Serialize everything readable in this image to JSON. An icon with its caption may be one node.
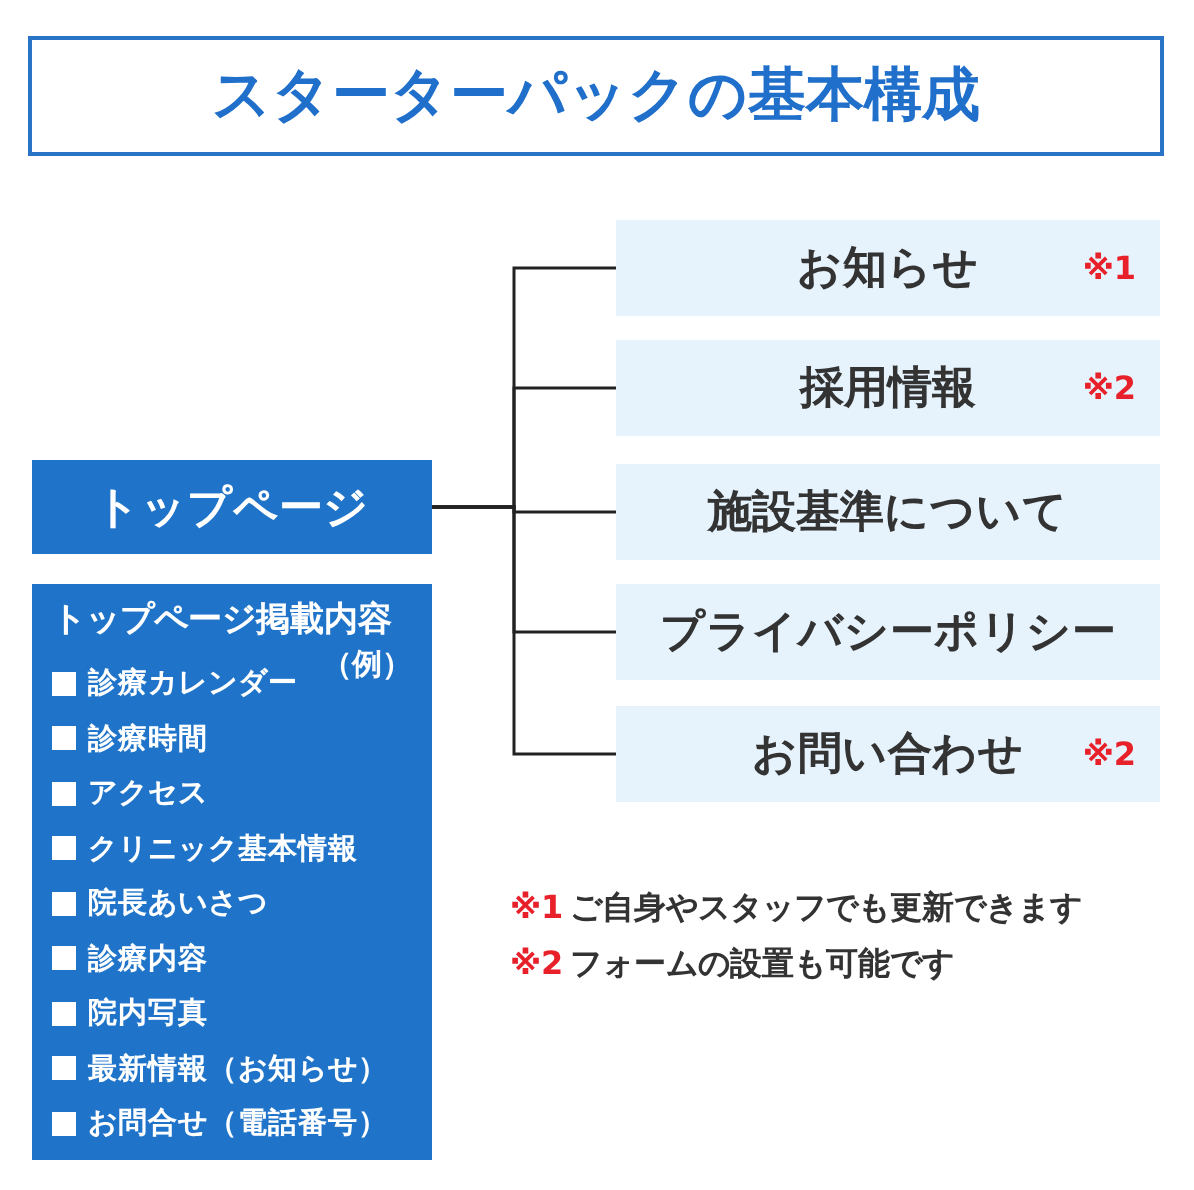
{
  "diagram": {
    "title": "スターターパックの基本構成",
    "nodes": [
      {
        "text": [
          "トップページ"
        ]
      },
      {
        "text": [
          "トップページ掲載内容",
          "（例）",
          "診療カレンダー",
          "診療時間",
          "アクセス",
          "クリニック基本情報",
          "院長あいさつ",
          "診療内容",
          "院内写真",
          "最新情報（お知らせ）",
          "お問合せ（電話番号）"
        ]
      },
      {
        "text": [
          "お知らせ",
          "※1"
        ]
      },
      {
        "text": [
          "採用情報",
          "※2"
        ]
      },
      {
        "text": [
          "施設基準について"
        ]
      },
      {
        "text": [
          "プライバシーポリシー"
        ]
      },
      {
        "text": [
          "お問い合わせ",
          "※2"
        ]
      }
    ],
    "edges": [
      {
        "from": 0,
        "to": 2,
        "arrow": "none"
      },
      {
        "from": 0,
        "to": 3,
        "arrow": "none"
      },
      {
        "from": 0,
        "to": 4,
        "arrow": "none"
      },
      {
        "from": 0,
        "to": 5,
        "arrow": "none"
      },
      {
        "from": 0,
        "to": 6,
        "arrow": "none"
      }
    ],
    "labels": [
      "※1",
      "ご自身やスタッフでも更新できます",
      "※2",
      "フォームの設置も可能です"
    ]
  }
}
